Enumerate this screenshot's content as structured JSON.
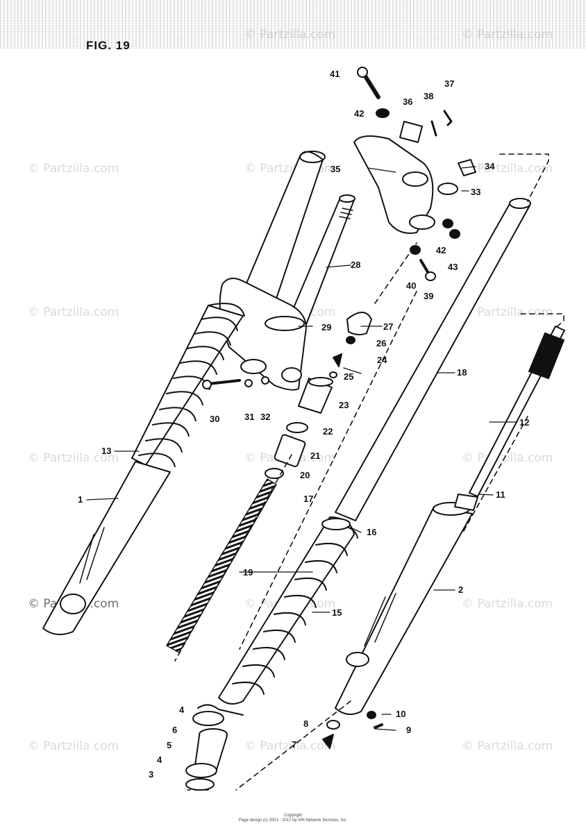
{
  "figure": {
    "title": "FIG. 19"
  },
  "watermark": {
    "text": "© Partzilla.com"
  },
  "copyright": {
    "line1": "Copyright",
    "line2": "Page design (c) 2001 - 2017 by ARI Network Services, Inc."
  },
  "callouts": [
    {
      "id": "1",
      "label": "1"
    },
    {
      "id": "2",
      "label": "2"
    },
    {
      "id": "3",
      "label": "3"
    },
    {
      "id": "4a",
      "label": "4"
    },
    {
      "id": "4b",
      "label": "4"
    },
    {
      "id": "5",
      "label": "5"
    },
    {
      "id": "6",
      "label": "6"
    },
    {
      "id": "7",
      "label": "7"
    },
    {
      "id": "8",
      "label": "8"
    },
    {
      "id": "9",
      "label": "9"
    },
    {
      "id": "10",
      "label": "10"
    },
    {
      "id": "11",
      "label": "11"
    },
    {
      "id": "12",
      "label": "12"
    },
    {
      "id": "13",
      "label": "13"
    },
    {
      "id": "15",
      "label": "15"
    },
    {
      "id": "16",
      "label": "16"
    },
    {
      "id": "17",
      "label": "17"
    },
    {
      "id": "18",
      "label": "18"
    },
    {
      "id": "19",
      "label": "19"
    },
    {
      "id": "20",
      "label": "20"
    },
    {
      "id": "21",
      "label": "21"
    },
    {
      "id": "22",
      "label": "22"
    },
    {
      "id": "23",
      "label": "23"
    },
    {
      "id": "24",
      "label": "24"
    },
    {
      "id": "25",
      "label": "25"
    },
    {
      "id": "26",
      "label": "26"
    },
    {
      "id": "27",
      "label": "27"
    },
    {
      "id": "28",
      "label": "28"
    },
    {
      "id": "29",
      "label": "29"
    },
    {
      "id": "30",
      "label": "30"
    },
    {
      "id": "31",
      "label": "31"
    },
    {
      "id": "32",
      "label": "32"
    },
    {
      "id": "33",
      "label": "33"
    },
    {
      "id": "34",
      "label": "34"
    },
    {
      "id": "35",
      "label": "35"
    },
    {
      "id": "36",
      "label": "36"
    },
    {
      "id": "37",
      "label": "37"
    },
    {
      "id": "38",
      "label": "38"
    },
    {
      "id": "39",
      "label": "39"
    },
    {
      "id": "40",
      "label": "40"
    },
    {
      "id": "41",
      "label": "41"
    },
    {
      "id": "42a",
      "label": "42"
    },
    {
      "id": "42b",
      "label": "42"
    },
    {
      "id": "43",
      "label": "43"
    }
  ]
}
